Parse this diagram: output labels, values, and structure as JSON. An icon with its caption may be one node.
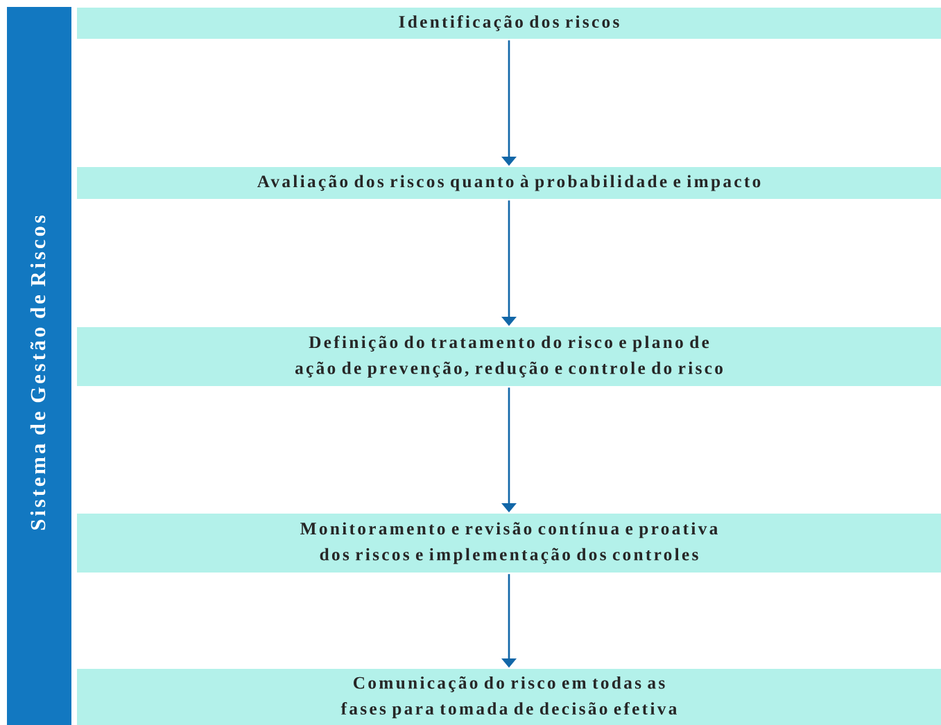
{
  "diagram": {
    "nodes": [
      {
        "text": [
          "Sistema de Gestão de Riscos"
        ]
      },
      {
        "text": [
          "Identificação dos riscos"
        ]
      },
      {
        "text": [
          "Avaliação dos riscos quanto à probabilidade e impacto"
        ]
      },
      {
        "text": [
          "Definição do tratamento do risco e plano de ação de prevenção, redução e controle do risco"
        ]
      },
      {
        "text": [
          "Monitoramento e revisão contínua e proativa dos riscos e implementação dos controles"
        ]
      },
      {
        "text": [
          "Comunicação do risco em todas as fases para tomada de decisão efetiva"
        ]
      }
    ],
    "edges": [
      {
        "from": 1,
        "to": 2,
        "arrow": "to"
      },
      {
        "from": 2,
        "to": 3,
        "arrow": "to"
      },
      {
        "from": 3,
        "to": 4,
        "arrow": "to"
      },
      {
        "from": 4,
        "to": 5,
        "arrow": "to"
      }
    ]
  }
}
